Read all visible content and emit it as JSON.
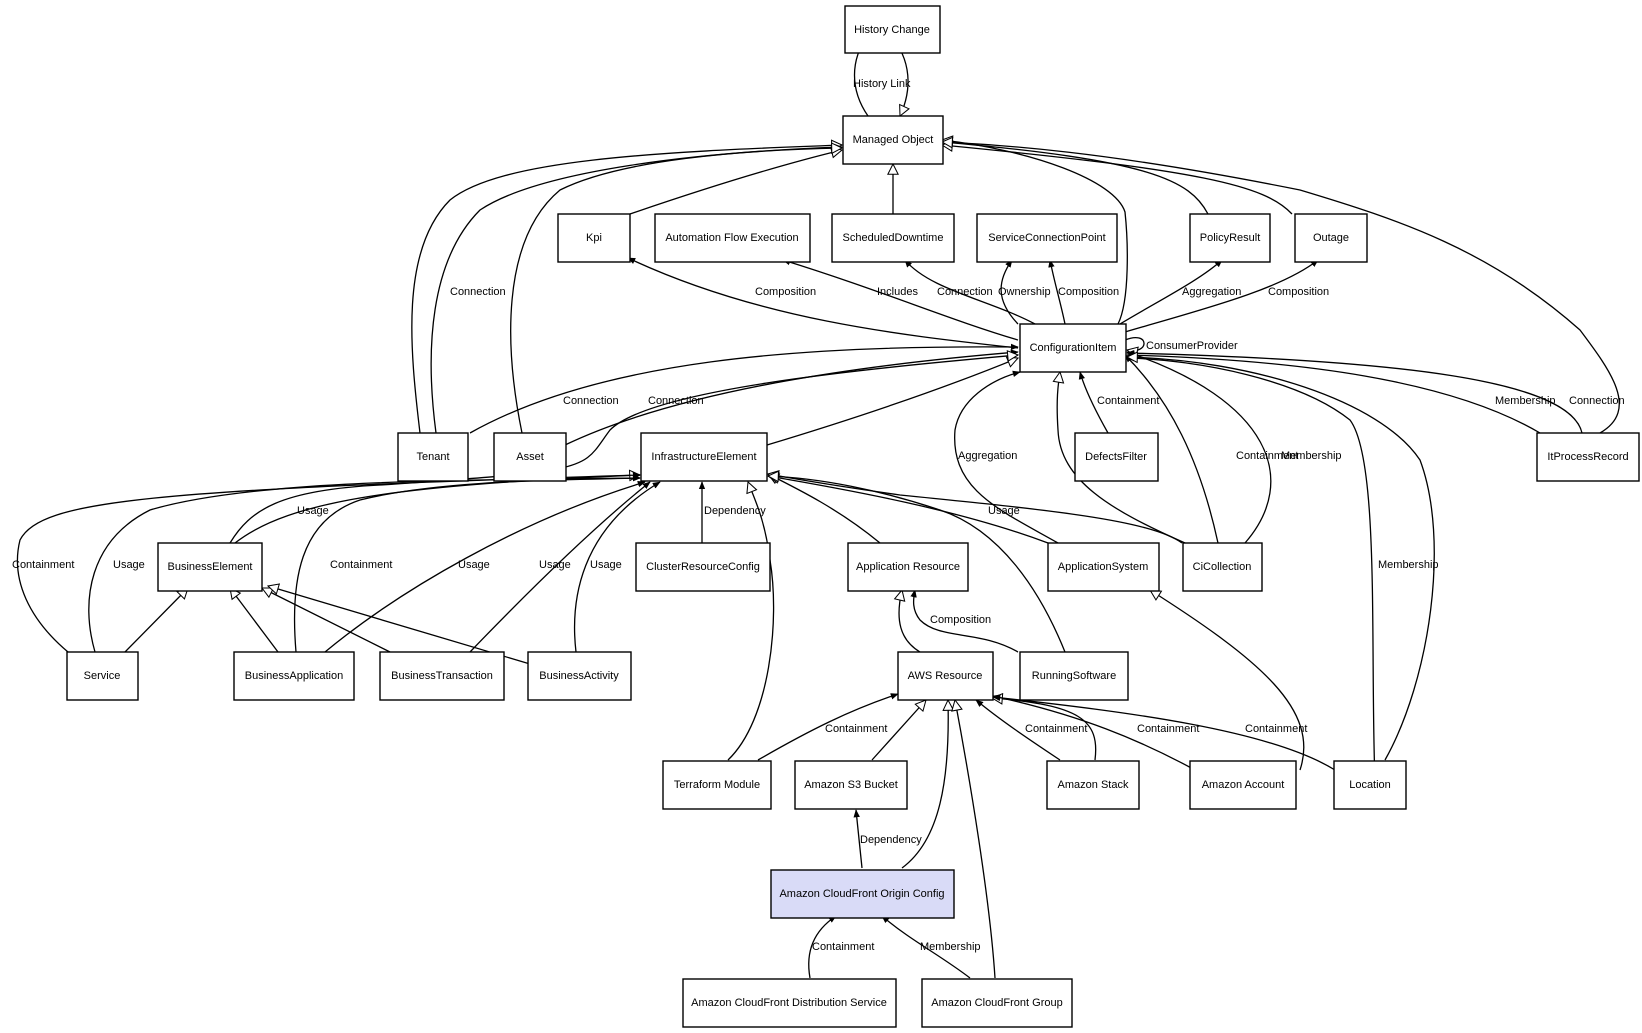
{
  "nodes": {
    "history_change": "History Change",
    "managed_object": "Managed Object",
    "kpi": "Kpi",
    "automation_flow_execution": "Automation Flow Execution",
    "scheduled_downtime": "ScheduledDowntime",
    "service_connection_point": "ServiceConnectionPoint",
    "policy_result": "PolicyResult",
    "outage": "Outage",
    "configuration_item": "ConfigurationItem",
    "tenant": "Tenant",
    "asset": "Asset",
    "infrastructure_element": "InfrastructureElement",
    "defects_filter": "DefectsFilter",
    "it_process_record": "ItProcessRecord",
    "business_element": "BusinessElement",
    "cluster_resource_config": "ClusterResourceConfig",
    "application_resource": "Application Resource",
    "application_system": "ApplicationSystem",
    "ci_collection": "CiCollection",
    "service": "Service",
    "business_application": "BusinessApplication",
    "business_transaction": "BusinessTransaction",
    "business_activity": "BusinessActivity",
    "aws_resource": "AWS Resource",
    "running_software": "RunningSoftware",
    "terraform_module": "Terraform Module",
    "amazon_s3_bucket": "Amazon S3 Bucket",
    "amazon_stack": "Amazon Stack",
    "amazon_account": "Amazon Account",
    "location": "Location",
    "amazon_cloudfront_origin_config": "Amazon CloudFront Origin Config",
    "amazon_cloudfront_distribution_service": "Amazon CloudFront Distribution Service",
    "amazon_cloudfront_group": "Amazon CloudFront Group"
  },
  "edge_labels": {
    "history_link": "History Link",
    "ci_kpi_composition": "Composition",
    "ci_afe_includes": "Includes",
    "ci_sd_connection": "Connection",
    "ci_scp_ownership": "Ownership",
    "ci_scp_composition": "Composition",
    "ci_policy_aggregation": "Aggregation",
    "ci_outage_composition": "Composition",
    "ci_self_consumer_provider": "ConsumerProvider",
    "tenant_mo_connection": "Connection",
    "tenant_ci_connection": "Connection",
    "asset_ci_connection": "Connection",
    "defects_containment": "Containment",
    "appsys_aggregation": "Aggregation",
    "cicoll_containment": "Containment",
    "cicoll_membership": "Membership",
    "itpr_membership": "Membership",
    "itpr_connection": "Connection",
    "location_membership": "Membership",
    "be_ie_usage": "Usage",
    "service_containment": "Containment",
    "service_usage": "Usage",
    "ba_containment": "Containment",
    "ba_usage": "Usage",
    "bt_usage": "Usage",
    "bact_usage": "Usage",
    "crc_dependency": "Dependency",
    "cicoll_ie_usage": "Usage",
    "rs_ar_composition": "Composition",
    "tf_aws_containment": "Containment",
    "stack_aws_containment": "Containment",
    "account_aws_containment": "Containment",
    "location_aws_containment": "Containment",
    "cfoc_s3_dependency": "Dependency",
    "cfds_containment": "Containment",
    "cfg_membership": "Membership"
  }
}
